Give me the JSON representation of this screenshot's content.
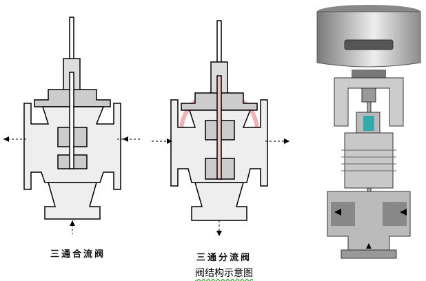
{
  "figures": {
    "mixing_valve": {
      "caption": "三通合流阀"
    },
    "diverting_valve": {
      "caption": "三通分流阀"
    },
    "actuated_valve": {}
  },
  "title": "阀结构示意图",
  "colors": {
    "line": "#000000",
    "hatch": "#555555",
    "body_gray": "#b8b8b8",
    "actuator": "#9a9a9a",
    "accent_red": "#e05050"
  }
}
